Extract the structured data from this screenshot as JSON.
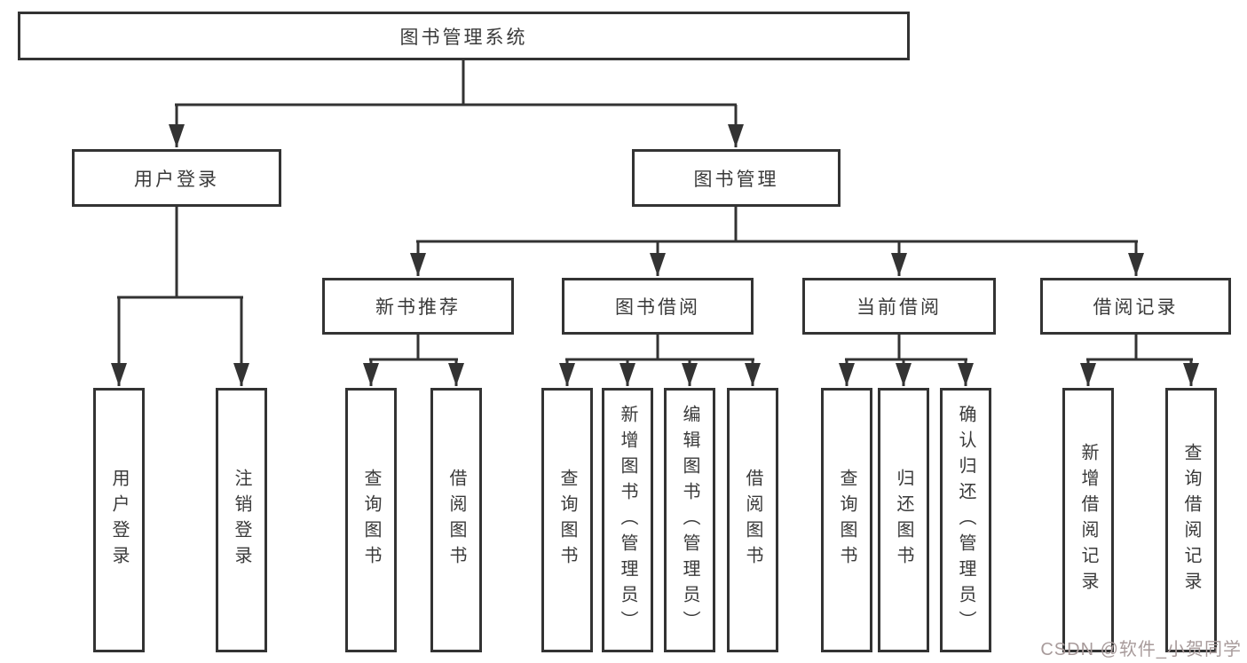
{
  "diagram": {
    "root": "图书管理系统",
    "branches": [
      {
        "label": "用户登录",
        "children": [
          "用户登录",
          "注销登录"
        ]
      },
      {
        "label": "图书管理",
        "children": [
          {
            "label": "新书推荐",
            "children": [
              "查询图书",
              "借阅图书"
            ]
          },
          {
            "label": "图书借阅",
            "children": [
              "查询图书",
              "新增图书（管理员）",
              "编辑图书（管理员）",
              "借阅图书"
            ]
          },
          {
            "label": "当前借阅",
            "children": [
              "查询图书",
              "归还图书",
              "确认归还（管理员）"
            ]
          },
          {
            "label": "借阅记录",
            "children": [
              "新增借阅记录",
              "查询借阅记录"
            ]
          }
        ]
      }
    ]
  },
  "colors": {
    "line": "#333333",
    "box_border": "#333333",
    "text": "#3a3a3a",
    "watermark": "#a89b9b",
    "background": "#ffffff"
  },
  "watermark": {
    "text": "CSDN @软件_小贺同学"
  }
}
